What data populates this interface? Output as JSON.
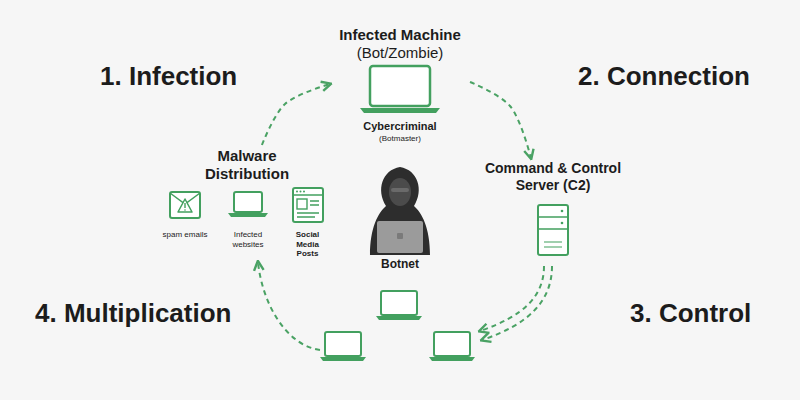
{
  "diagram": {
    "nodes": [
      {
        "text": [
          "Infected Machine",
          "(Bot/Zombie)",
          "Cybercriminal",
          "(Botmaster)"
        ]
      },
      {
        "text": [
          "Malware Distribution"
        ]
      },
      {
        "text": [
          "spam emails"
        ],
        "in": 1
      },
      {
        "text": [
          "Infected websites"
        ],
        "in": 1
      },
      {
        "text": [
          "Social Media Posts"
        ],
        "in": 1
      },
      {
        "text": [
          "Command & Control Server (C2)"
        ]
      },
      {
        "text": [
          "Botnet"
        ]
      }
    ],
    "edges": [
      {
        "from": 1,
        "to": 0,
        "arrow": "to"
      },
      {
        "from": 0,
        "to": 5,
        "arrow": "to"
      }
    ],
    "labels": [
      "1. Infection",
      "2. Connection",
      "3. Control",
      "4. Multiplication"
    ]
  }
}
